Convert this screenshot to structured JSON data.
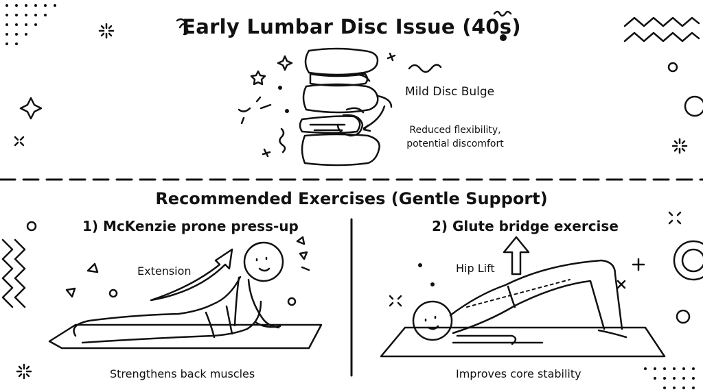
{
  "title": "Early Lumbar Disc Issue (40s)",
  "spine": {
    "label": "Mild Disc Bulge",
    "note_line1": "Reduced flexibility,",
    "note_line2": "potential discomfort"
  },
  "section_title": "Recommended Exercises (Gentle Support)",
  "exercises": [
    {
      "heading": "1) McKenzie prone press-up",
      "arrow_label": "Extension",
      "caption": "Strengthens back muscles"
    },
    {
      "heading": "2) Glute bridge exercise",
      "arrow_label": "Hip Lift",
      "caption": "Improves core stability"
    }
  ]
}
